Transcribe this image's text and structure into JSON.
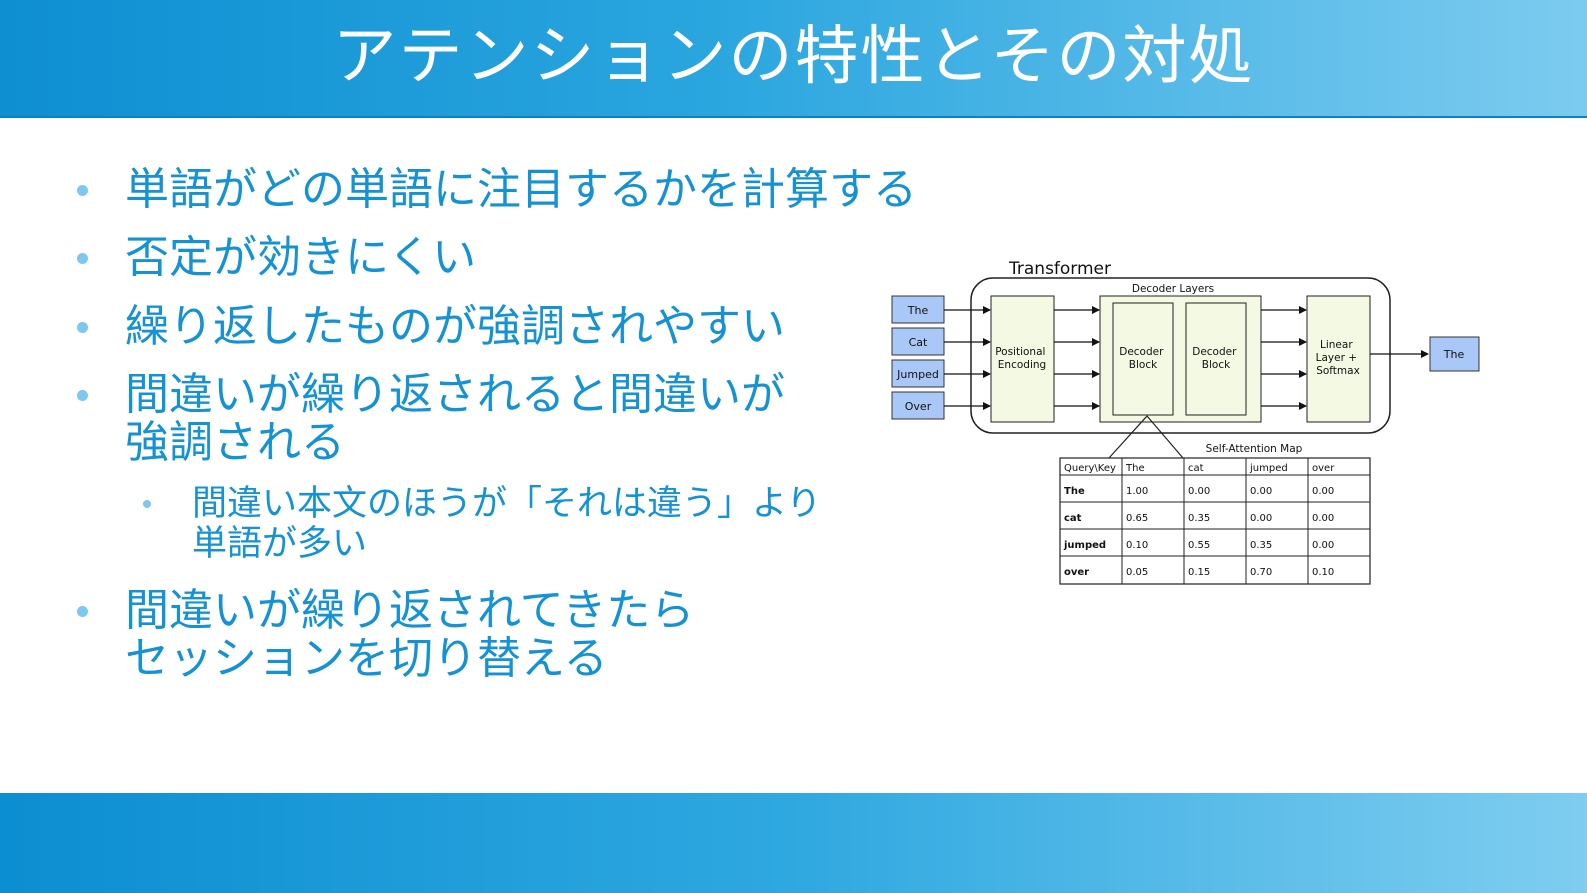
{
  "slide": {
    "title": "アテンションの特性とその対処"
  },
  "bullets": [
    {
      "text": "単語がどの単語に注目するかを計算する"
    },
    {
      "text": "否定が効きにくい"
    },
    {
      "text": "繰り返したものが強調されやすい"
    },
    {
      "line1": "間違いが繰り返されると間違いが",
      "line2": "強調される"
    },
    {
      "line1": "間違い本文のほうが「それは違う」より",
      "line2": "単語が多い"
    },
    {
      "line1": "間違いが繰り返されてきたら",
      "line2": "セッションを切り替える"
    }
  ],
  "diagram": {
    "title": "Transformer",
    "inputs": [
      "The",
      "Cat",
      "Jumped",
      "Over"
    ],
    "positional": [
      "Positional",
      "Encoding"
    ],
    "decoder_layers_label": "Decoder Layers",
    "decoder_blocks": [
      [
        "Decoder",
        "Block"
      ],
      [
        "Decoder",
        "Block"
      ]
    ],
    "linear": [
      "Linear",
      "Layer +",
      "Softmax"
    ],
    "output": "The",
    "map_title": "Self-Attention Map",
    "table": {
      "header": [
        "Query\\Key",
        "The",
        "cat",
        "jumped",
        "over"
      ],
      "rows": [
        [
          "The",
          "1.00",
          "0.00",
          "0.00",
          "0.00"
        ],
        [
          "cat",
          "0.65",
          "0.35",
          "0.00",
          "0.00"
        ],
        [
          "jumped",
          "0.10",
          "0.55",
          "0.35",
          "0.00"
        ],
        [
          "over",
          "0.05",
          "0.15",
          "0.70",
          "0.10"
        ]
      ]
    }
  },
  "colors": {
    "accent": "#1592d4",
    "header_start": "#0e8fd2",
    "header_end": "#7ccbef",
    "bullet_dot": "#7cc8ee",
    "input_box": "#a9c8f7",
    "layer_box": "#f3f9e3"
  }
}
